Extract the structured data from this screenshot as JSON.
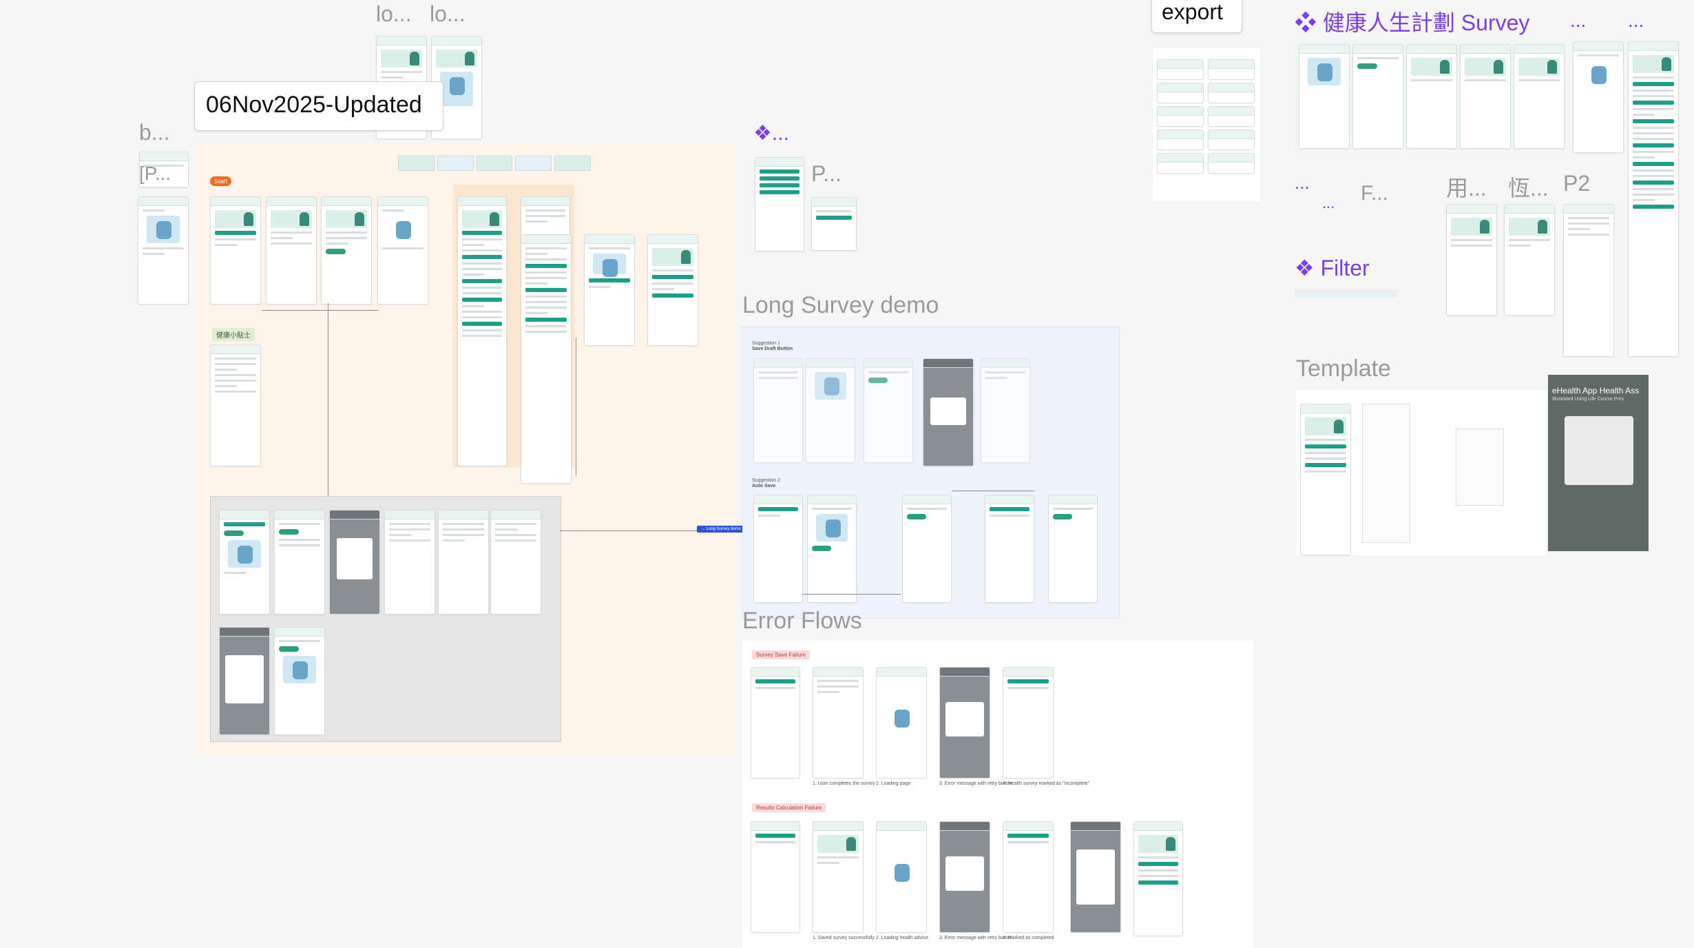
{
  "canvas": {
    "sticky_updated": "06Nov2025-Updated",
    "export_label": "export",
    "start_badge": "Start",
    "section_titles": {
      "lo1": "lo...",
      "lo2": "lo...",
      "b": "b...",
      "p_bracket": "[P...",
      "diamond_dots": "...",
      "p_short": "P...",
      "long_survey": "Long Survey demo",
      "error_flows": "Error Flows",
      "survey_plan": "健康人生計劃 Survey",
      "dots_a": "...",
      "dots_b": "...",
      "dots_c": "...",
      "dots_d": "...",
      "f_short": "F...",
      "yong": "用...",
      "heng": "恆...",
      "p2": "P2",
      "filter": "Filter",
      "template": "Template"
    },
    "labels": {
      "tip_card": "健康小貼士",
      "survey_save_failure": "Survey Save Failure",
      "results_calc_failure": "Results Calculation Failure",
      "ehealth_title": "eHealth App Health Ass",
      "ehealth_subtitle": "Illustrated Using Life Course Pres",
      "suggestion_save_draft": "Suggestion 1",
      "save_draft_button": "Save Draft Button",
      "suggestion_auto_save": "Suggestion 2",
      "auto_save": "Auto Save",
      "long_survey_link": "→ Long Survey demo"
    },
    "error_captions_row1": [
      "1. User completes the survey",
      "2. Loading page",
      "3. Error message with retry button",
      "4. Health survey marked as \"incomplete\""
    ],
    "error_captions_row2": [
      "1. Saved survey successfully",
      "2. Loading health advice",
      "3. Error message with retry button",
      "4. Marked as completed"
    ],
    "colors": {
      "background": "#f5f5f5",
      "flow_panel": "#fdf3e8",
      "flow_panel_inner": "#fbe6cf",
      "long_survey_panel": "#eef2fb",
      "error_panel": "#ffffff",
      "brand_teal": "#1f9e8a",
      "component_purple": "#7b3fe4",
      "start_orange": "#f26b21"
    }
  }
}
